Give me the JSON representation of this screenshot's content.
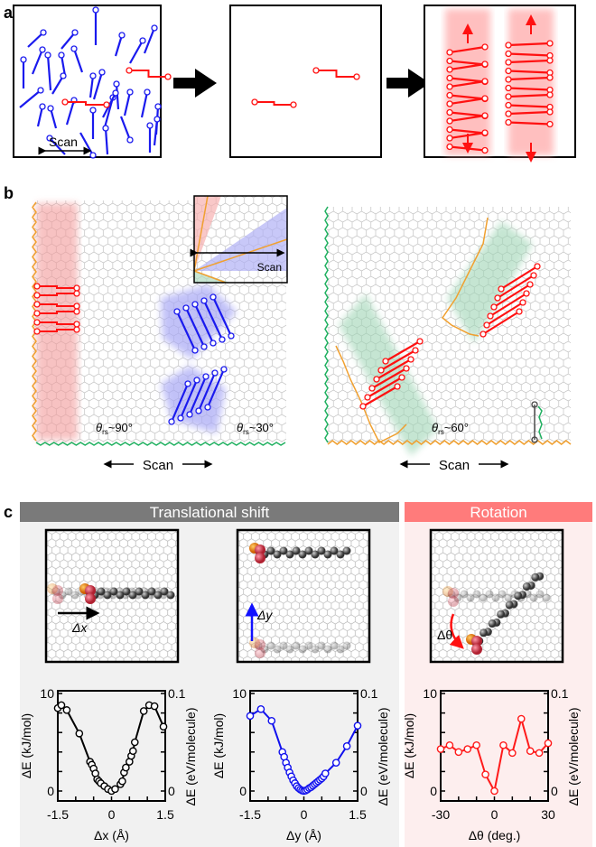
{
  "panels": {
    "a": "a",
    "b": "b",
    "c": "c"
  },
  "panel_a": {
    "scan_label": "Scan"
  },
  "panel_b": {
    "inset_scan_label": "Scan",
    "left_scan_label": "Scan",
    "right_scan_label": "Scan",
    "theta_symbol": "θ",
    "theta_sub": "rs",
    "angle_90": "~90°",
    "angle_30": "~30°",
    "angle_60": "~60°"
  },
  "panel_c": {
    "translational_header": "Translational shift",
    "rotation_header": "Rotation",
    "dx_label": "Δx",
    "dy_label": "Δy",
    "dtheta_label": "Δθ",
    "colors": {
      "translational_header": "#7a7a7a",
      "rotation_header": "#ff7b7b",
      "translational_bg": "#f1f1f1",
      "rotation_bg": "#fdeeee"
    }
  },
  "chart_data": [
    {
      "type": "line",
      "color": "#000000",
      "xlabel": "Δx (Å)",
      "ylabel": "ΔE (kJ/mol)",
      "ylabel_right": "ΔE (eV/molecule)",
      "xlim": [
        -1.5,
        1.5
      ],
      "ylim": [
        0,
        10
      ],
      "ylim_right": [
        0,
        0.1
      ],
      "xticks": [
        "-1.5",
        "0",
        "1.5"
      ],
      "yticks": [
        "0",
        "10"
      ],
      "yticks_right": [
        "0",
        "0.1"
      ],
      "x": [
        -1.5,
        -1.4,
        -1.25,
        -0.9,
        -0.6,
        -0.55,
        -0.5,
        -0.45,
        -0.4,
        -0.35,
        -0.3,
        -0.2,
        -0.1,
        0,
        0.1,
        0.25,
        0.3,
        0.35,
        0.4,
        0.5,
        0.55,
        0.6,
        0.65,
        0.9,
        1.05,
        1.2,
        1.45
      ],
      "y": [
        8.5,
        8.8,
        8.3,
        5.9,
        3.0,
        2.7,
        2.3,
        1.8,
        1.2,
        1.0,
        0.8,
        0.5,
        0.2,
        0.0,
        0.2,
        0.7,
        1.0,
        1.9,
        2.4,
        3.0,
        3.6,
        4.1,
        5.0,
        8.2,
        8.8,
        8.7,
        6.6
      ]
    },
    {
      "type": "line",
      "color": "#1010ee",
      "xlabel": "Δy (Å)",
      "ylabel": "ΔE (kJ/mol)",
      "ylabel_right": "ΔE (eV/molecule)",
      "xlim": [
        -1.5,
        1.5
      ],
      "ylim": [
        0,
        10
      ],
      "ylim_right": [
        0,
        0.1
      ],
      "xticks": [
        "-1.5",
        "0",
        "1.5"
      ],
      "yticks": [
        "0",
        "10"
      ],
      "yticks_right": [
        "0",
        "0.1"
      ],
      "x": [
        -1.5,
        -1.2,
        -0.9,
        -0.6,
        -0.55,
        -0.5,
        -0.45,
        -0.4,
        -0.35,
        -0.3,
        -0.25,
        -0.2,
        -0.15,
        -0.1,
        -0.05,
        0,
        0.05,
        0.1,
        0.15,
        0.2,
        0.25,
        0.3,
        0.35,
        0.4,
        0.45,
        0.5,
        0.55,
        0.6,
        0.9,
        1.2,
        1.5
      ],
      "y": [
        7.7,
        8.4,
        7.2,
        4.0,
        3.5,
        2.9,
        2.4,
        1.9,
        1.5,
        1.1,
        0.8,
        0.5,
        0.3,
        0.15,
        0.05,
        0,
        0.05,
        0.15,
        0.3,
        0.4,
        0.55,
        0.7,
        0.85,
        1.0,
        1.15,
        1.3,
        1.5,
        1.8,
        2.9,
        4.6,
        6.7
      ]
    },
    {
      "type": "line",
      "color": "#ff1a1a",
      "xlabel": "Δθ (deg.)",
      "ylabel": "ΔE (kJ/mol)",
      "ylabel_right": "ΔE (eV/molecule)",
      "xlim": [
        -30,
        30
      ],
      "ylim": [
        0,
        10
      ],
      "ylim_right": [
        0,
        0.1
      ],
      "xticks": [
        "-30",
        "0",
        "30"
      ],
      "yticks": [
        "0",
        "10"
      ],
      "yticks_right": [
        "0",
        "0.1"
      ],
      "x": [
        -30,
        -25,
        -20,
        -15,
        -10,
        -5,
        0,
        5,
        10,
        15,
        20,
        25,
        30
      ],
      "y": [
        4.3,
        4.7,
        4.0,
        4.3,
        4.7,
        1.7,
        0,
        4.7,
        3.9,
        7.4,
        4.1,
        3.9,
        4.9
      ]
    }
  ]
}
